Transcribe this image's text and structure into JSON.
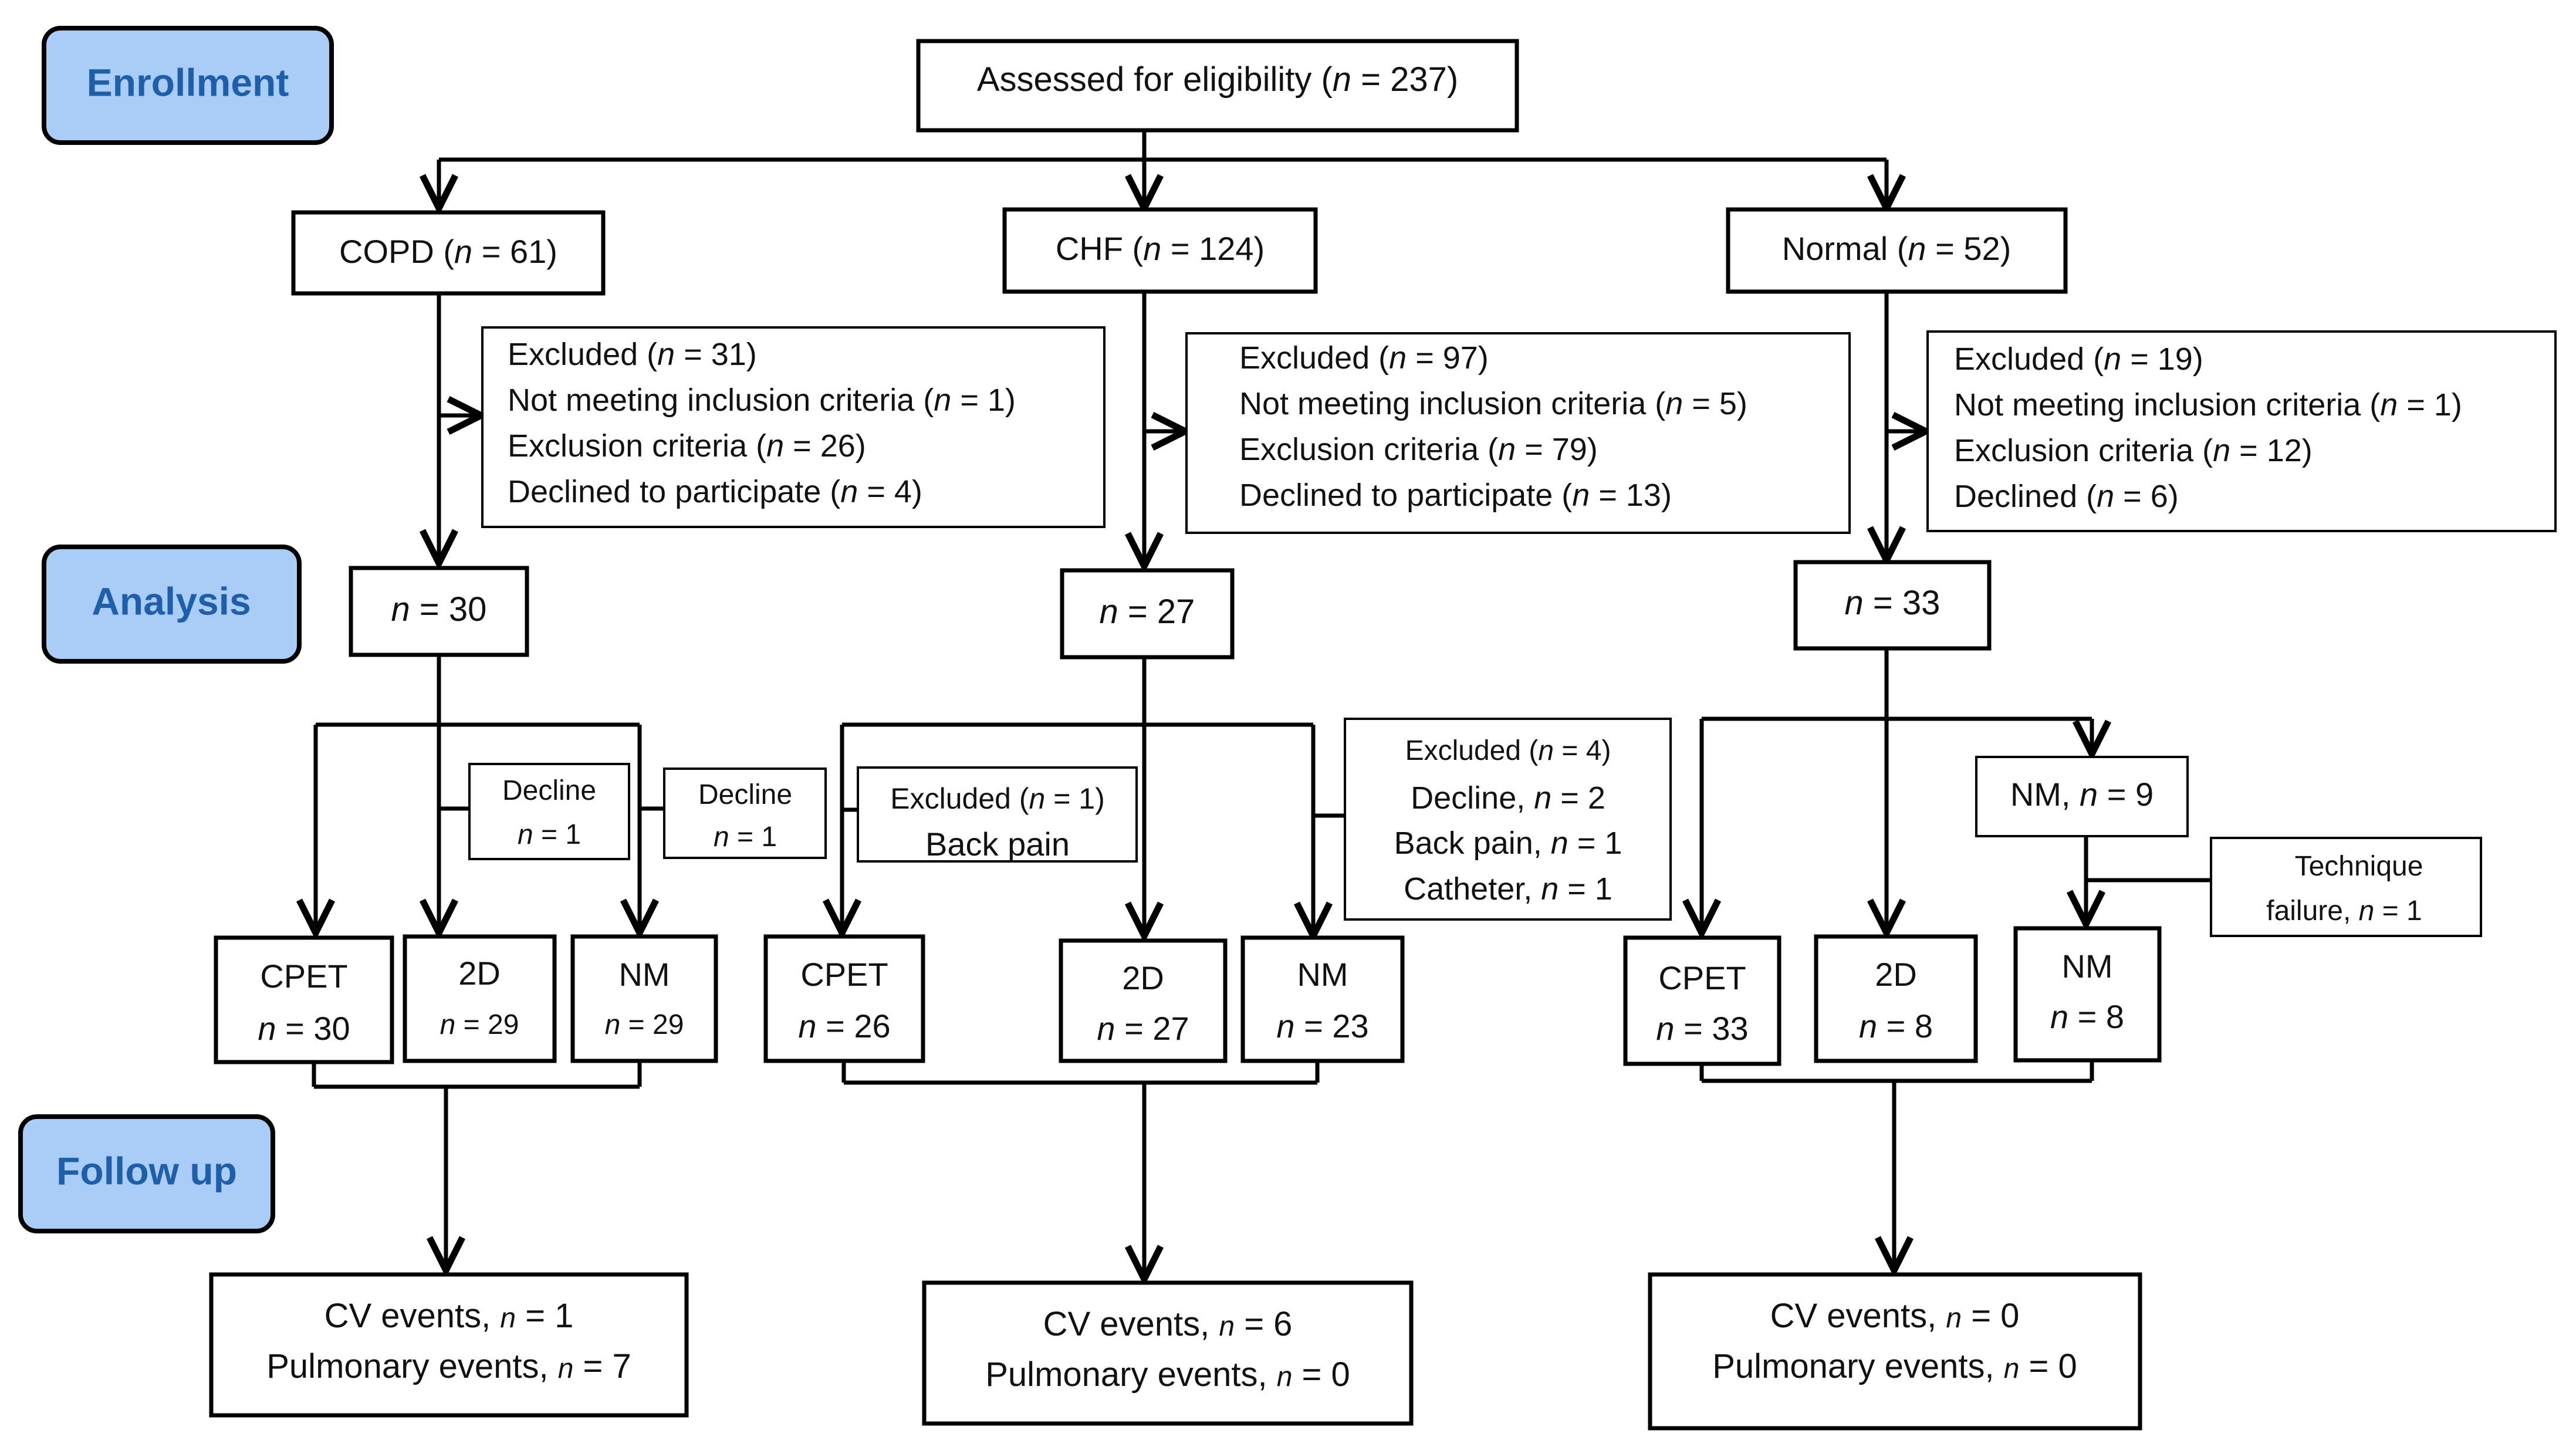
{
  "stages": {
    "enrollment": "Enrollment",
    "analysis": "Analysis",
    "follow_up": "Follow up"
  },
  "assessed": {
    "label": "Assessed for eligibility (",
    "n": "n",
    "val": " = 237)"
  },
  "colors": {
    "stage_fill": "#a9cdf7",
    "stage_text": "#1f5ea8",
    "line": "#000000"
  },
  "groups": {
    "copd": {
      "name": {
        "label": "COPD (",
        "n": "n",
        "val": " = 61)"
      },
      "excluded": [
        {
          "label": "Excluded (",
          "n": "n",
          "val": " = 31)"
        },
        {
          "label": "Not meeting inclusion criteria (",
          "n": "n",
          "val": " = 1)"
        },
        {
          "label": "Exclusion criteria (",
          "n": "n",
          "val": " = 26)"
        },
        {
          "label": "Declined to participate (",
          "n": "n",
          "val": " = 4)"
        }
      ],
      "analysis": {
        "n": "n",
        "val": " = 30"
      },
      "decline_a": {
        "line1": "Decline",
        "n": "n",
        "val": " = 1"
      },
      "decline_b": {
        "line1": "Decline",
        "n": "n",
        "val": " = 1"
      },
      "cpet": {
        "label": "CPET",
        "n": "n",
        "val": " = 30"
      },
      "d2": {
        "label": "2D",
        "n": "n",
        "val": " = 29"
      },
      "nm": {
        "label": "NM",
        "n": "n",
        "val": " = 29"
      },
      "follow": [
        {
          "label": "CV events, ",
          "n": "n",
          "val": " = 1"
        },
        {
          "label": "Pulmonary events, ",
          "n": "n",
          "val": " = 7"
        }
      ]
    },
    "chf": {
      "name": {
        "label": "CHF (",
        "n": "n",
        "val": " = 124)"
      },
      "excluded": [
        {
          "label": "Excluded (",
          "n": "n",
          "val": " = 97)"
        },
        {
          "label": "Not meeting inclusion criteria (",
          "n": "n",
          "val": " = 5)"
        },
        {
          "label": "Exclusion criteria (",
          "n": "n",
          "val": " = 79)"
        },
        {
          "label": "Declined to participate (",
          "n": "n",
          "val": " = 13)"
        }
      ],
      "analysis": {
        "n": "n",
        "val": " = 27"
      },
      "excluded_small": {
        "label": "Excluded (",
        "n": "n",
        "val": " = 1)",
        "line2": "Back pain"
      },
      "excluded_nm": [
        {
          "label": "Excluded (",
          "n": "n",
          "val": " = 4)"
        },
        {
          "label": "Decline, ",
          "n": "n",
          "val": " = 2"
        },
        {
          "label": "Back pain, ",
          "n": "n",
          "val": " = 1"
        },
        {
          "label": "Catheter, ",
          "n": "n",
          "val": " = 1"
        }
      ],
      "cpet": {
        "label": "CPET",
        "n": "n",
        "val": " = 26"
      },
      "d2": {
        "label": "2D",
        "n": "n",
        "val": " = 27"
      },
      "nm": {
        "label": "NM",
        "n": "n",
        "val": " = 23"
      },
      "follow": [
        {
          "label": "CV events, ",
          "n": "n",
          "val": " = 6"
        },
        {
          "label": "Pulmonary events, ",
          "n": "n",
          "val": " = 0"
        }
      ]
    },
    "normal": {
      "name": {
        "label": "Normal (",
        "n": "n",
        "val": " = 52)"
      },
      "excluded": [
        {
          "label": "Excluded (",
          "n": "n",
          "val": " = 19)"
        },
        {
          "label": "Not meeting inclusion criteria (",
          "n": "n",
          "val": " = 1)"
        },
        {
          "label": "Exclusion criteria (",
          "n": "n",
          "val": " = 12)"
        },
        {
          "label": "Declined (",
          "n": "n",
          "val": " = 6)"
        }
      ],
      "analysis": {
        "n": "n",
        "val": " = 33"
      },
      "nm_pre": {
        "label": "NM, ",
        "n": "n",
        "val": " = 9"
      },
      "technique": {
        "line1": "Technique",
        "label": "failure, ",
        "n": "n",
        "val": " = 1"
      },
      "cpet": {
        "label": "CPET",
        "n": "n",
        "val": " = 33"
      },
      "d2": {
        "label": "2D",
        "n": "n",
        "val": " = 8"
      },
      "nm": {
        "label": "NM",
        "n": "n",
        "val": " = 8"
      },
      "follow": [
        {
          "label": "CV events, ",
          "n": "n",
          "val": " = 0"
        },
        {
          "label": "Pulmonary events, ",
          "n": "n",
          "val": " = 0"
        }
      ]
    }
  }
}
